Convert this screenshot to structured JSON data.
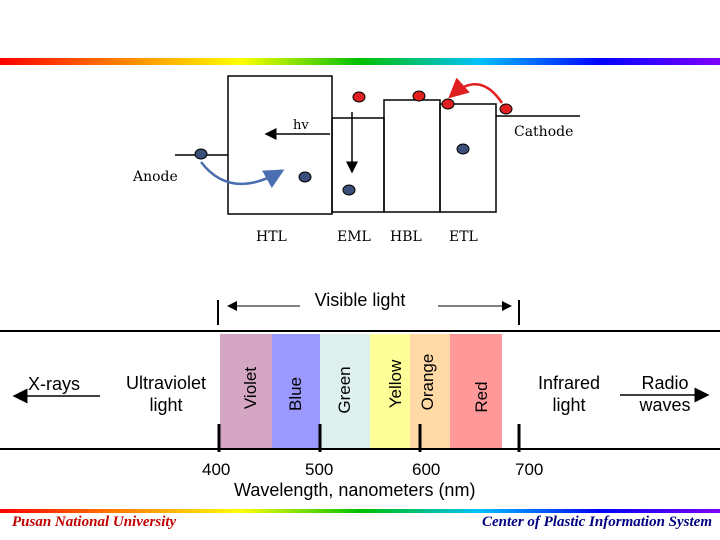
{
  "oled": {
    "photon_label": "hv",
    "cathode_label": "Cathode",
    "anode_label": "Anode",
    "layer_labels": [
      "HTL",
      "EML",
      "HBL",
      "ETL"
    ]
  },
  "spectrum": {
    "visible_label": "Visible light",
    "left_regions": [
      "X-rays",
      "Ultraviolet light"
    ],
    "right_regions": [
      "Infrared light",
      "Radio waves"
    ],
    "bands": [
      {
        "name": "Violet",
        "color": "#d4a6c4"
      },
      {
        "name": "Blue",
        "color": "#9999ff"
      },
      {
        "name": "Green",
        "color": "#ddf0ee"
      },
      {
        "name": "Yellow",
        "color": "#ffff99"
      },
      {
        "name": "Orange",
        "color": "#ffd9a6"
      },
      {
        "name": "Red",
        "color": "#ff9999"
      }
    ],
    "ticks": [
      "400",
      "500",
      "600",
      "700"
    ],
    "axis_label": "Wavelength, nanometers (nm)"
  },
  "footer": {
    "left": "Pusan National University",
    "right": "Center of Plastic Information System"
  }
}
